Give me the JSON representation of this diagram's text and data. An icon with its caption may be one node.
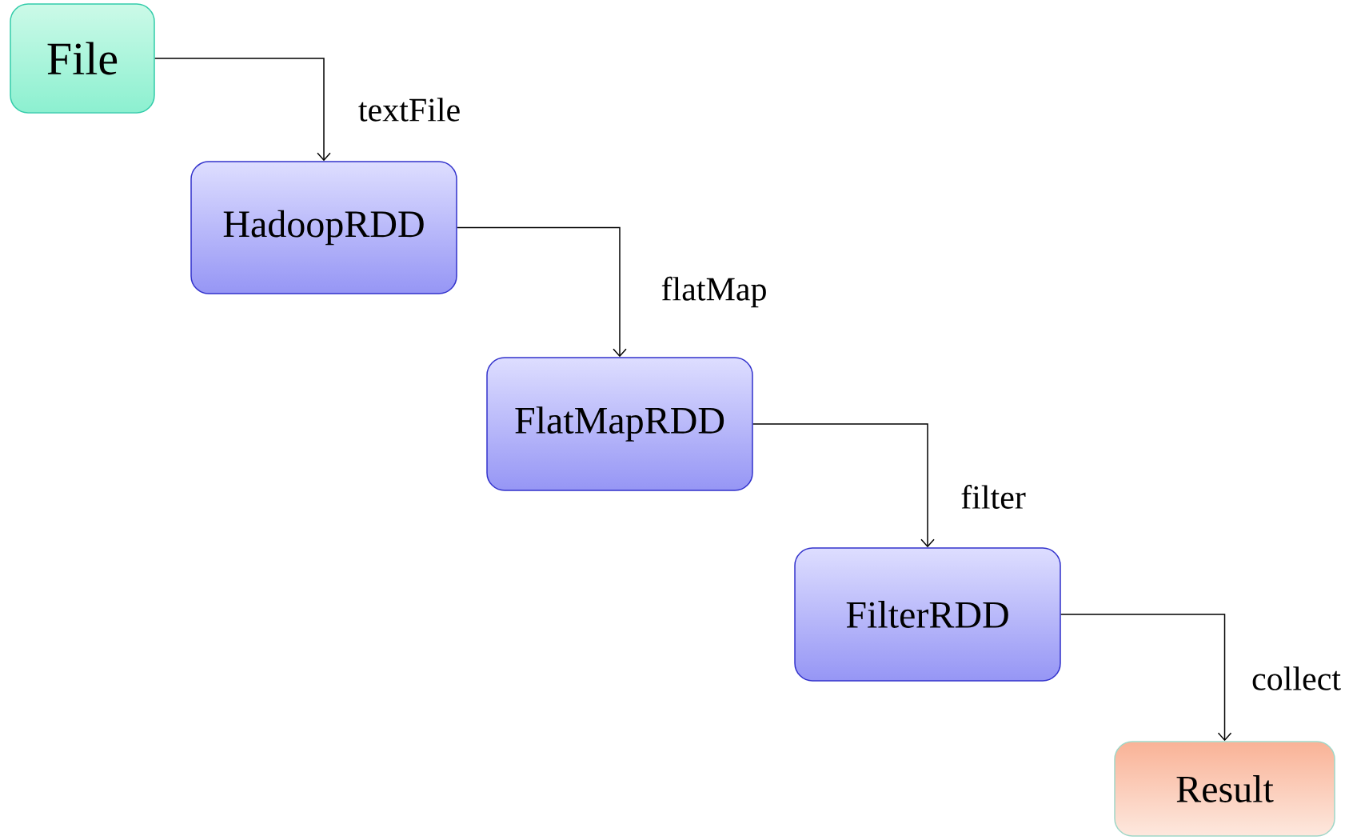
{
  "diagram": {
    "nodes": [
      {
        "text": [
          "File"
        ]
      },
      {
        "text": [
          "HadoopRDD"
        ]
      },
      {
        "text": [
          "FlatMapRDD"
        ]
      },
      {
        "text": [
          "FilterRDD"
        ]
      },
      {
        "text": [
          "Result"
        ]
      }
    ],
    "edges": [
      {
        "from": 0,
        "to": 1,
        "arrow": "to",
        "label": "textFile"
      },
      {
        "from": 1,
        "to": 2,
        "arrow": "to",
        "label": "flatMap"
      },
      {
        "from": 2,
        "to": 3,
        "arrow": "to",
        "label": "filter"
      },
      {
        "from": 3,
        "to": 4,
        "arrow": "to",
        "label": "collect"
      }
    ]
  }
}
